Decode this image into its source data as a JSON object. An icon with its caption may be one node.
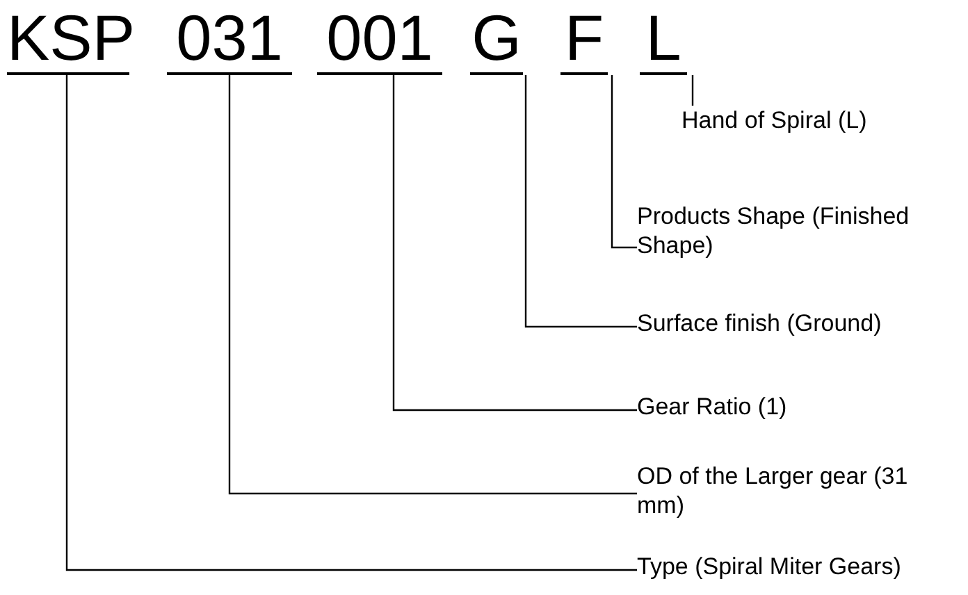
{
  "diagram": {
    "nodes": [
      {
        "text": [
          "KSP"
        ]
      },
      {
        "text": [
          "031"
        ]
      },
      {
        "text": [
          "001"
        ]
      },
      {
        "text": [
          "G"
        ]
      },
      {
        "text": [
          "F"
        ]
      },
      {
        "text": [
          "L"
        ]
      },
      {
        "text": [
          "Hand of Spiral (L)"
        ]
      },
      {
        "text": [
          "Products Shape (Finished Shape)"
        ]
      },
      {
        "text": [
          "Surface finish (Ground)"
        ]
      },
      {
        "text": [
          "Gear Ratio (1)"
        ]
      },
      {
        "text": [
          "OD of the Larger gear (31 mm)"
        ]
      },
      {
        "text": [
          "Type (Spiral Miter Gears)"
        ]
      }
    ],
    "edges": [
      {
        "from": 5,
        "to": 6,
        "arrow": "none"
      },
      {
        "from": 4,
        "to": 7,
        "arrow": "none"
      },
      {
        "from": 3,
        "to": 8,
        "arrow": "none"
      },
      {
        "from": 2,
        "to": 9,
        "arrow": "none"
      },
      {
        "from": 1,
        "to": 10,
        "arrow": "none"
      },
      {
        "from": 0,
        "to": 11,
        "arrow": "none"
      }
    ]
  }
}
